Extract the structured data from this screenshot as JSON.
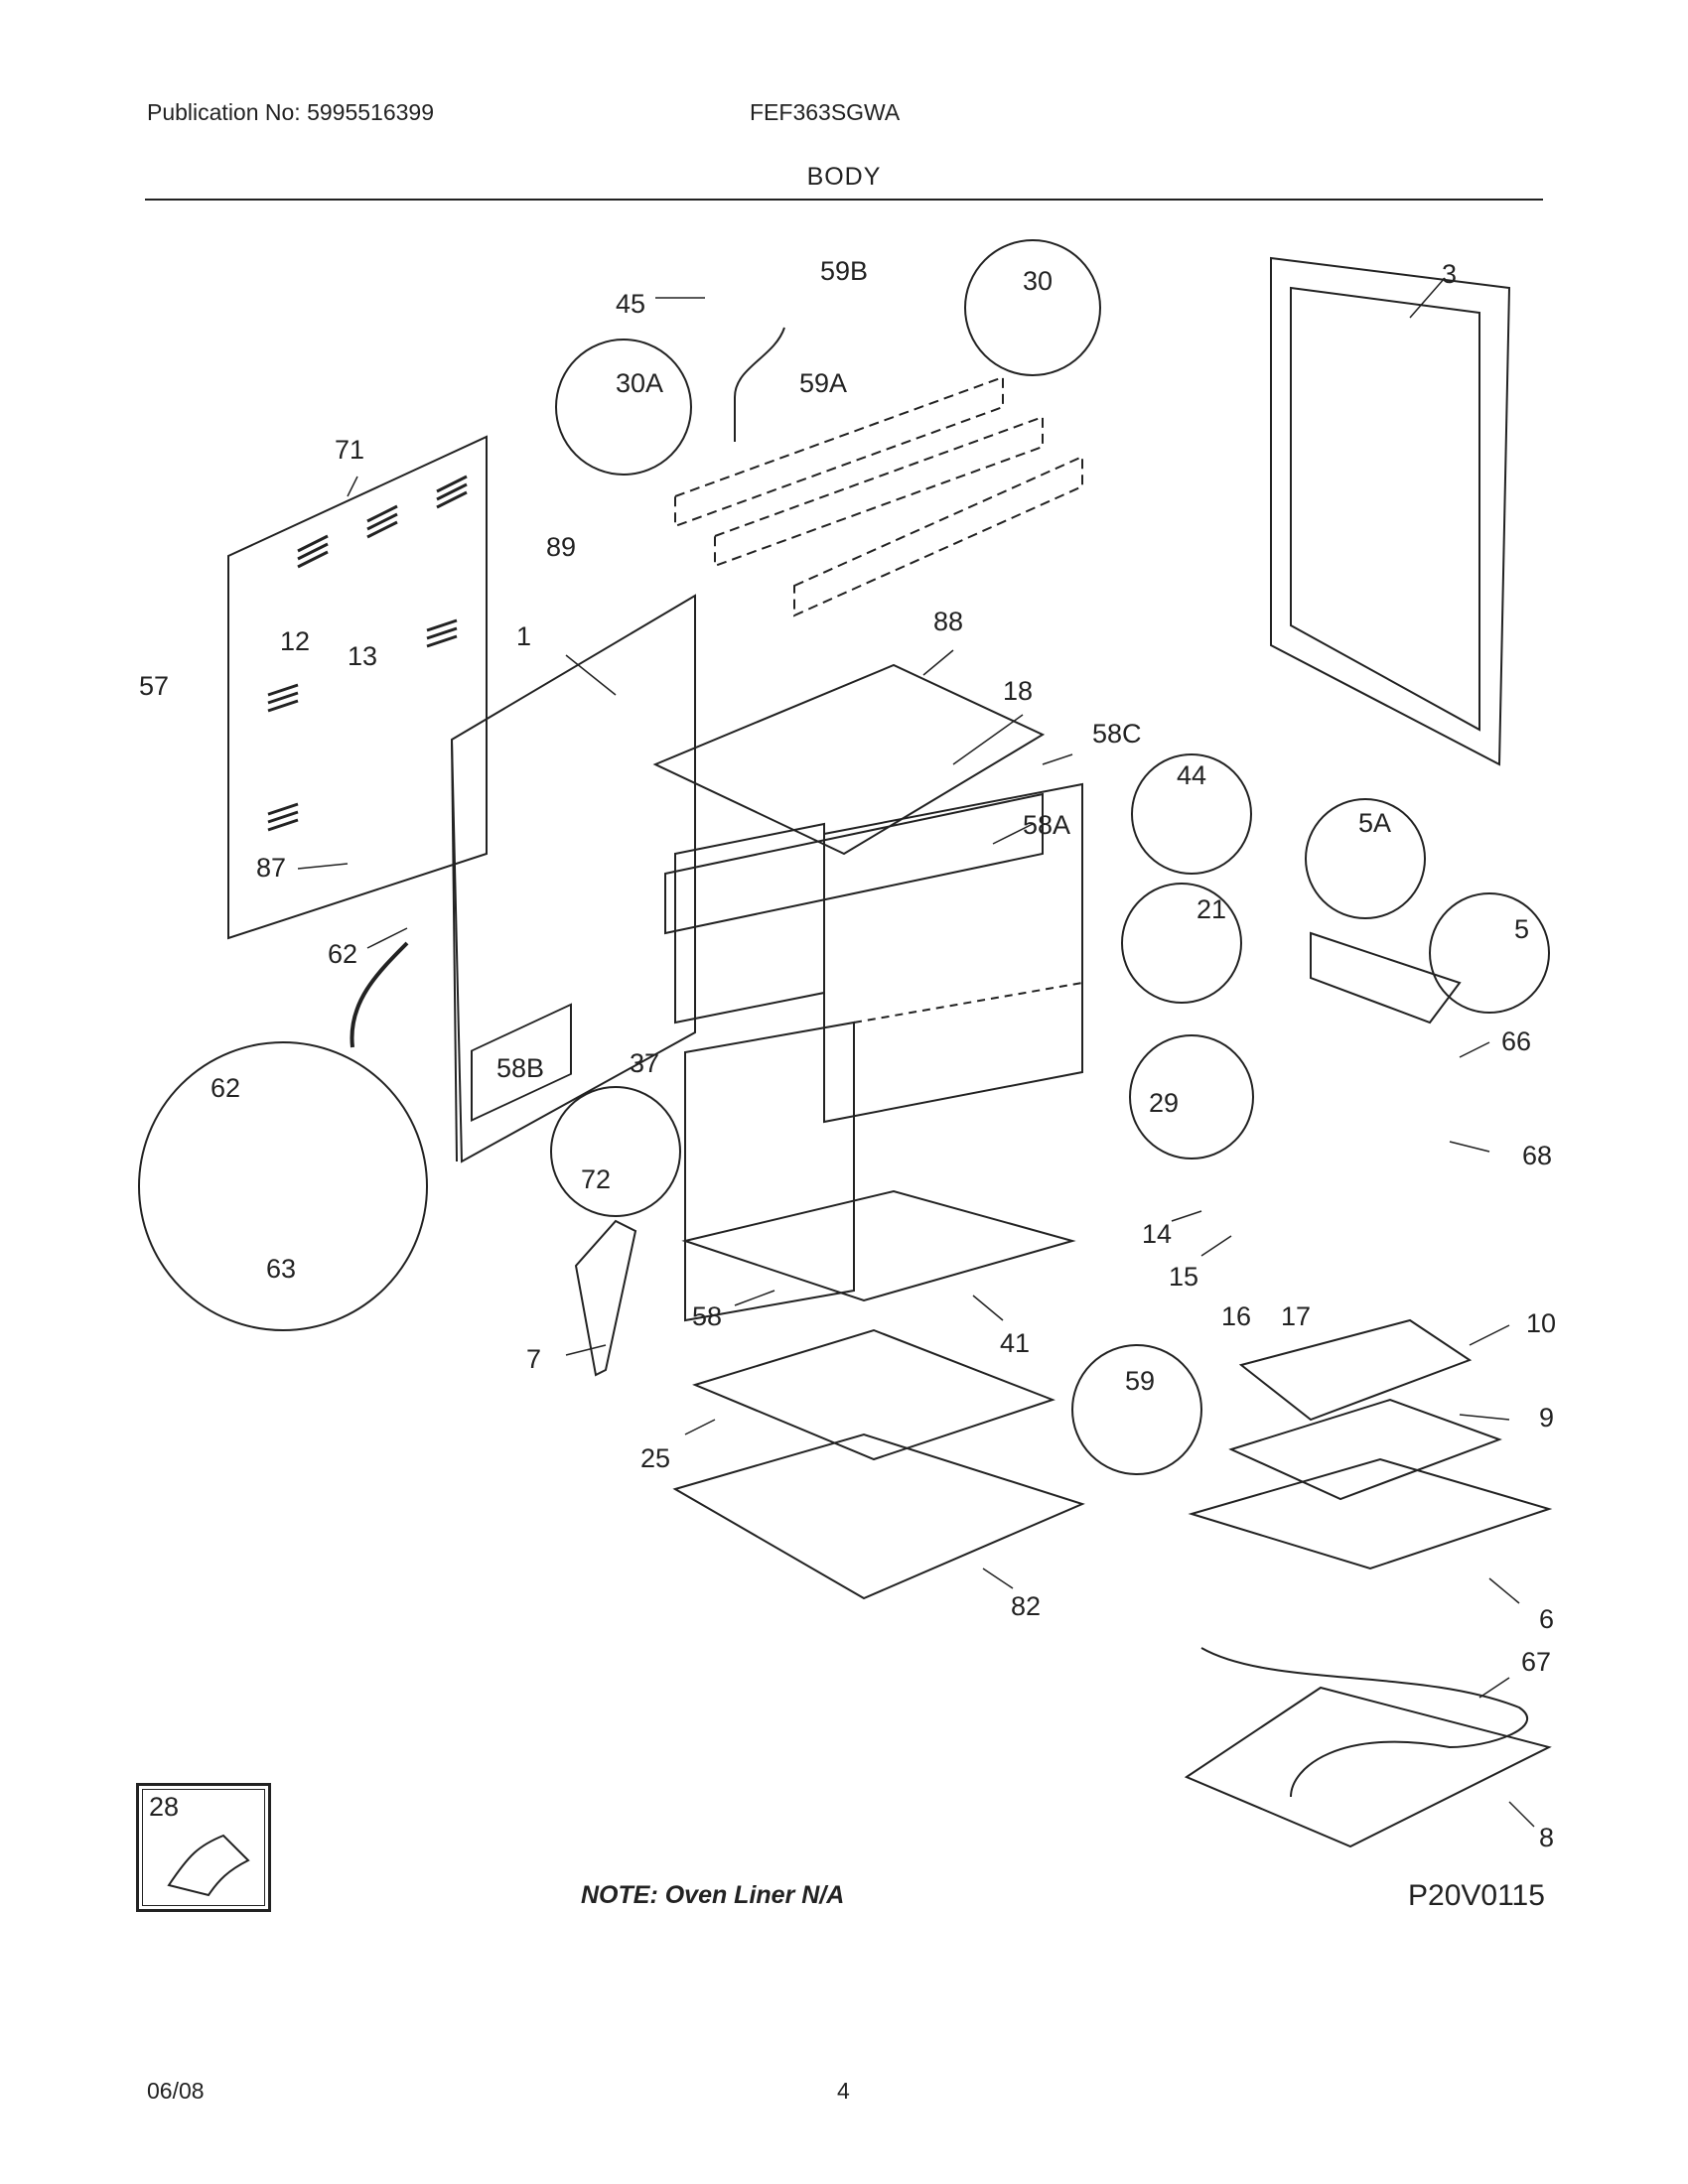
{
  "header": {
    "publication": "Publication No: 5995516399",
    "model": "FEF363SGWA",
    "section_title": "BODY"
  },
  "callouts": {
    "c3": "3",
    "c45": "45",
    "c59b": "59B",
    "c30": "30",
    "c30a": "30A",
    "c59a": "59A",
    "c71": "71",
    "c89": "89",
    "c88": "88",
    "c1": "1",
    "c12": "12",
    "c13": "13",
    "c57": "57",
    "c18": "18",
    "c58c": "58C",
    "c44": "44",
    "c5a": "5A",
    "c58a": "58A",
    "c87": "87",
    "c21": "21",
    "c5": "5",
    "c62a": "62",
    "c66": "66",
    "c37": "37",
    "c29": "29",
    "c58b": "58B",
    "c62b": "62",
    "c72": "72",
    "c68": "68",
    "c63": "63",
    "c14": "14",
    "c15": "15",
    "c16": "16",
    "c17": "17",
    "c7": "7",
    "c58": "58",
    "c41": "41",
    "c10": "10",
    "c59": "59",
    "c25": "25",
    "c9": "9",
    "c82": "82",
    "c6": "6",
    "c67": "67",
    "c8": "8",
    "c28": "28"
  },
  "note": "NOTE:  Oven Liner N/A",
  "diagram_code": "P20V0115",
  "footer": {
    "date": "06/08",
    "page": "4"
  }
}
